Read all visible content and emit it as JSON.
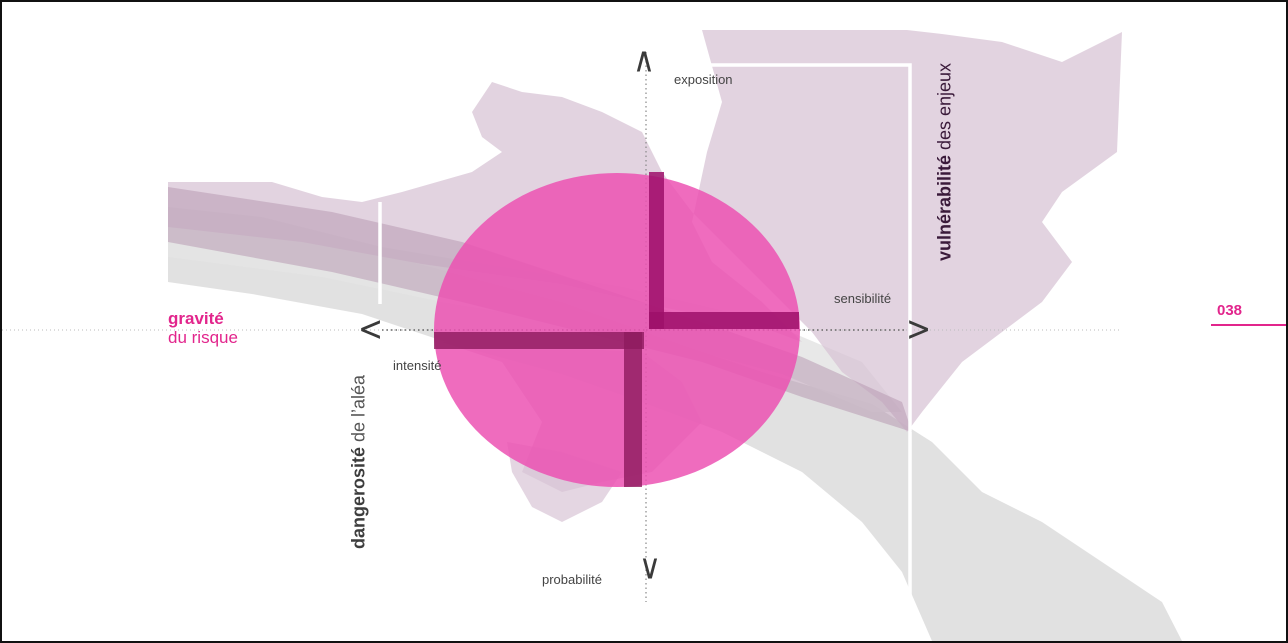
{
  "colors": {
    "accent": "#e2258c",
    "ellipse": "#ec50b2",
    "bar": "#9e0f6a",
    "map_mauve": "#d8c4d6",
    "map_grey": "#dedede"
  },
  "axes": {
    "top": "exposition",
    "right": "sensibilité",
    "left": "intensité",
    "bottom": "probabilité"
  },
  "gravite": {
    "bold": "gravité",
    "rest": "du risque"
  },
  "dangerosite": {
    "bold": "dangerosité",
    "rest": " de l’aléa"
  },
  "vulnerabilite": {
    "bold": "vulnérabilité",
    "rest": " des enjeux"
  },
  "page_number": "038"
}
